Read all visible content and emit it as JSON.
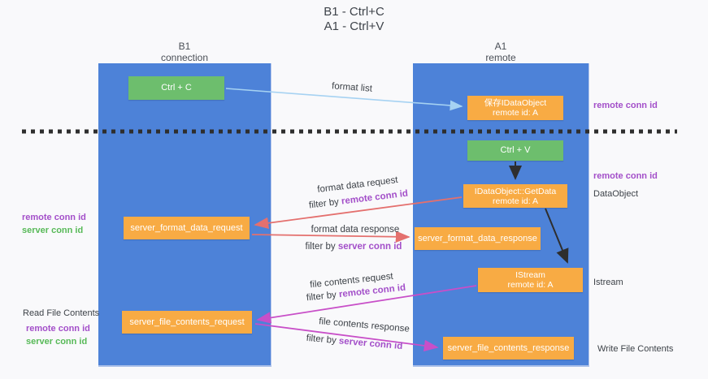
{
  "title": {
    "line1": "B1 - Ctrl+C",
    "line2": "A1 - Ctrl+V"
  },
  "columns": {
    "left": {
      "name": "B1",
      "role": "connection"
    },
    "right": {
      "name": "A1",
      "role": "remote"
    }
  },
  "boxes": {
    "ctrl_c": {
      "label": "Ctrl + C"
    },
    "save_obj": {
      "line1": "保存IDataObject",
      "line2": "remote id: A"
    },
    "ctrl_v": {
      "label": "Ctrl + V"
    },
    "getdata": {
      "line1": "IDataObject::GetData",
      "line2": "remote id: A"
    },
    "format_request": {
      "label": "server_format_data_request"
    },
    "format_response": {
      "label": "server_format_data_response"
    },
    "istream": {
      "line1": "IStream",
      "line2": "remote id: A"
    },
    "file_request": {
      "label": "server_file_contents_request"
    },
    "file_response": {
      "label": "server_file_contents_response"
    }
  },
  "arrow_labels": {
    "format_list": "format list",
    "format_data_request": "format data request",
    "format_data_response": "format data response",
    "file_contents_request": "file contents request",
    "file_contents_response": "file contents response",
    "filter_prefix": "filter by ",
    "remote_conn_id": "remote conn id",
    "server_conn_id": "server conn id"
  },
  "side_labels": {
    "left_remote_1": "remote conn id",
    "left_server_1": "server conn id",
    "read_file": "Read File Contents",
    "left_remote_2": "remote conn id",
    "left_server_2": "server conn id",
    "right_remote_1": "remote conn id",
    "right_remote_2": "remote conn id",
    "dataobject": "DataObject",
    "istream": "Istream",
    "write_file": "Write File Contents"
  },
  "colors": {
    "lifeline_blue": "#4d82d8",
    "action_green": "#6dbe6d",
    "message_orange": "#f8ab44",
    "arrow_light_blue": "#a6d2f2",
    "arrow_salmon": "#e4706e",
    "arrow_magenta": "#c84fc8",
    "arrow_black": "#2e2e2e",
    "text_purple": "#a34fc9",
    "text_green": "#57b957"
  }
}
